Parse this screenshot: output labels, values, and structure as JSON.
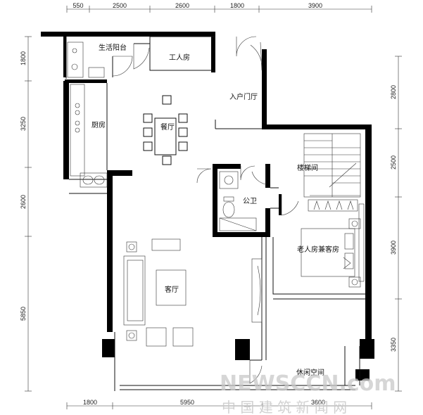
{
  "dimensions": {
    "top": [
      "550",
      "2500",
      "2600",
      "1800",
      "3900"
    ],
    "bottom": [
      "1800",
      "5950",
      "3600"
    ],
    "left": [
      "1800",
      "3250",
      "2600",
      "5850"
    ],
    "right": [
      "2800",
      "2500",
      "3900",
      "3350"
    ]
  },
  "rooms": {
    "service_balcony": "生活阳台",
    "worker_room": "工人房",
    "entry_hall": "入户门厅",
    "kitchen": "厨房",
    "dining": "餐厅",
    "stairwell": "楼梯间",
    "public_bath": "公卫",
    "elder_guest_room": "老人房兼客房",
    "living_room": "客厅",
    "leisure_space": "休闲空间"
  },
  "watermark": {
    "latin": "NEWSCCN.com",
    "chinese": "中 国 建 筑 新 闻 网"
  }
}
